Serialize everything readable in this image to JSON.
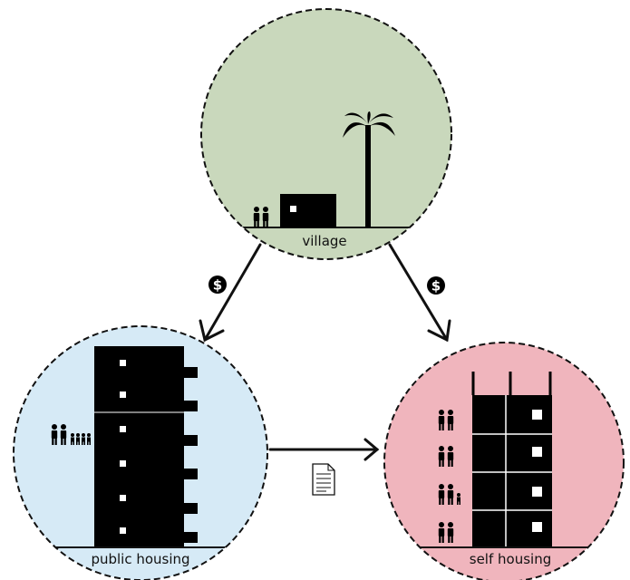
{
  "nodes": {
    "village": {
      "label": "village",
      "color": "#c9d8bc"
    },
    "public_housing": {
      "label": "public housing",
      "color": "#d6eaf6"
    },
    "self_housing": {
      "label": "self housing",
      "color": "#f0b5bd"
    }
  },
  "edges": [
    {
      "from": "village",
      "to": "public_housing",
      "icon": "dollar-icon"
    },
    {
      "from": "village",
      "to": "self_housing",
      "icon": "dollar-icon"
    },
    {
      "from": "public_housing",
      "to": "self_housing",
      "icon": "document-icon"
    }
  ]
}
